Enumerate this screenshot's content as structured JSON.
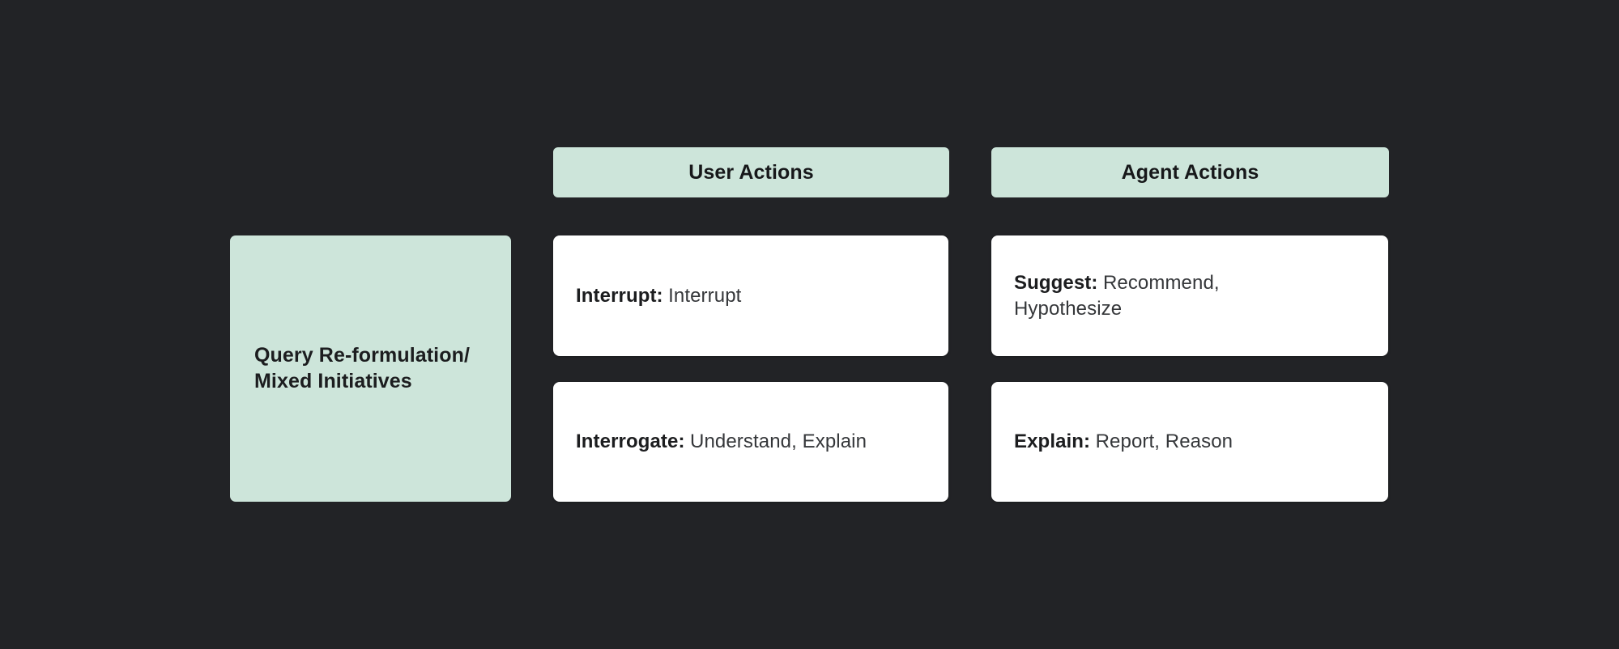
{
  "canvas": {
    "background_color": "#222326"
  },
  "colors": {
    "mint": "#cde5da",
    "card_background": "#ffffff",
    "text_bold": "#1c1d1f",
    "text_regular": "#35373a"
  },
  "diagram": {
    "category": {
      "label_lines": [
        "Query Re-formulation/",
        "Mixed Initiatives"
      ]
    },
    "columns": [
      {
        "header": "User Actions",
        "cards": [
          {
            "term": "Interrupt:",
            "detail": "Interrupt"
          },
          {
            "term": "Interrogate:",
            "detail": "Understand, Explain"
          }
        ]
      },
      {
        "header": "Agent Actions",
        "cards": [
          {
            "term": "Suggest:",
            "detail": "Recommend, Hypothesize"
          },
          {
            "term": "Explain:",
            "detail": "Report, Reason"
          }
        ]
      }
    ]
  }
}
